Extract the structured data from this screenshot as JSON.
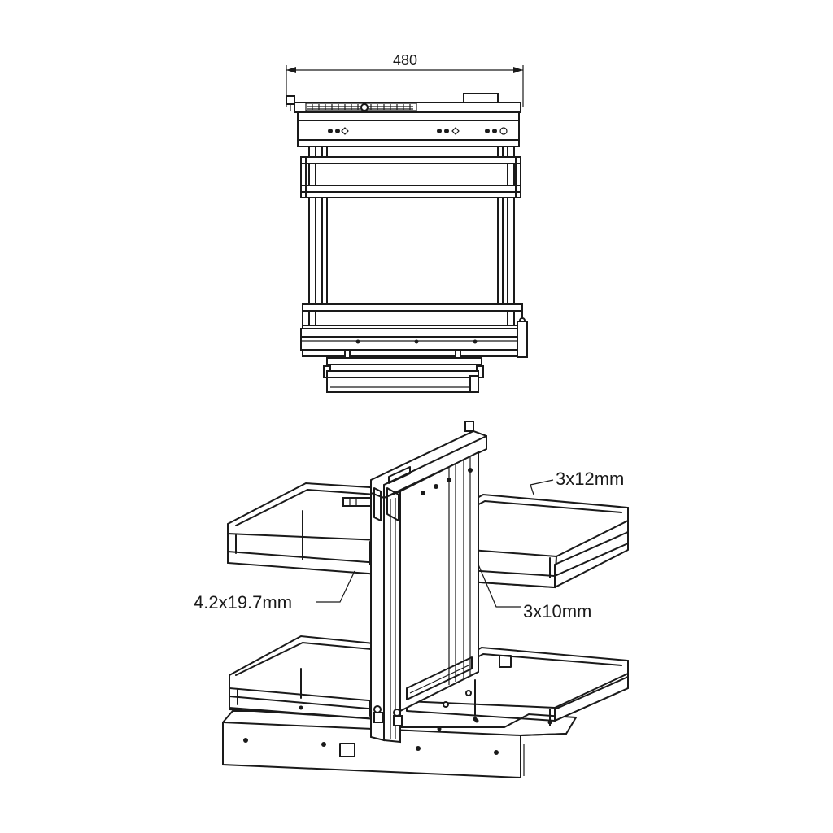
{
  "front_view": {
    "dimension_width": "480"
  },
  "iso_view": {
    "callouts": {
      "top_rail": "3x12mm",
      "basket_frame": "4.2x19.7mm",
      "wire_bar": "3x10mm"
    }
  }
}
